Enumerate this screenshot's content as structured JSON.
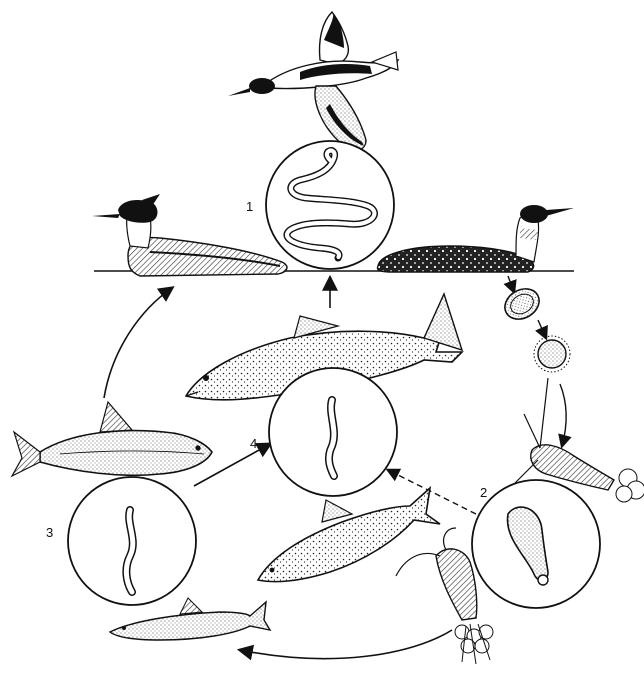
{
  "diagram": {
    "stage_labels": [
      {
        "id": "stage-1",
        "text": "1"
      },
      {
        "id": "stage-2",
        "text": "2"
      },
      {
        "id": "stage-3",
        "text": "3"
      },
      {
        "id": "stage-4",
        "text": "4"
      }
    ],
    "organisms": [
      "merganser-in-flight",
      "merganser-swimming",
      "loon-swimming",
      "adult-tapeworm",
      "egg",
      "coracidium",
      "copepod-with-larva",
      "procercoid-larva",
      "plerocercoid-larva",
      "trout-large",
      "whitefish",
      "trout-small",
      "small-fish"
    ],
    "colors": {
      "ink": "#111111",
      "paper": "#ffffff",
      "shade": "#555555"
    }
  }
}
